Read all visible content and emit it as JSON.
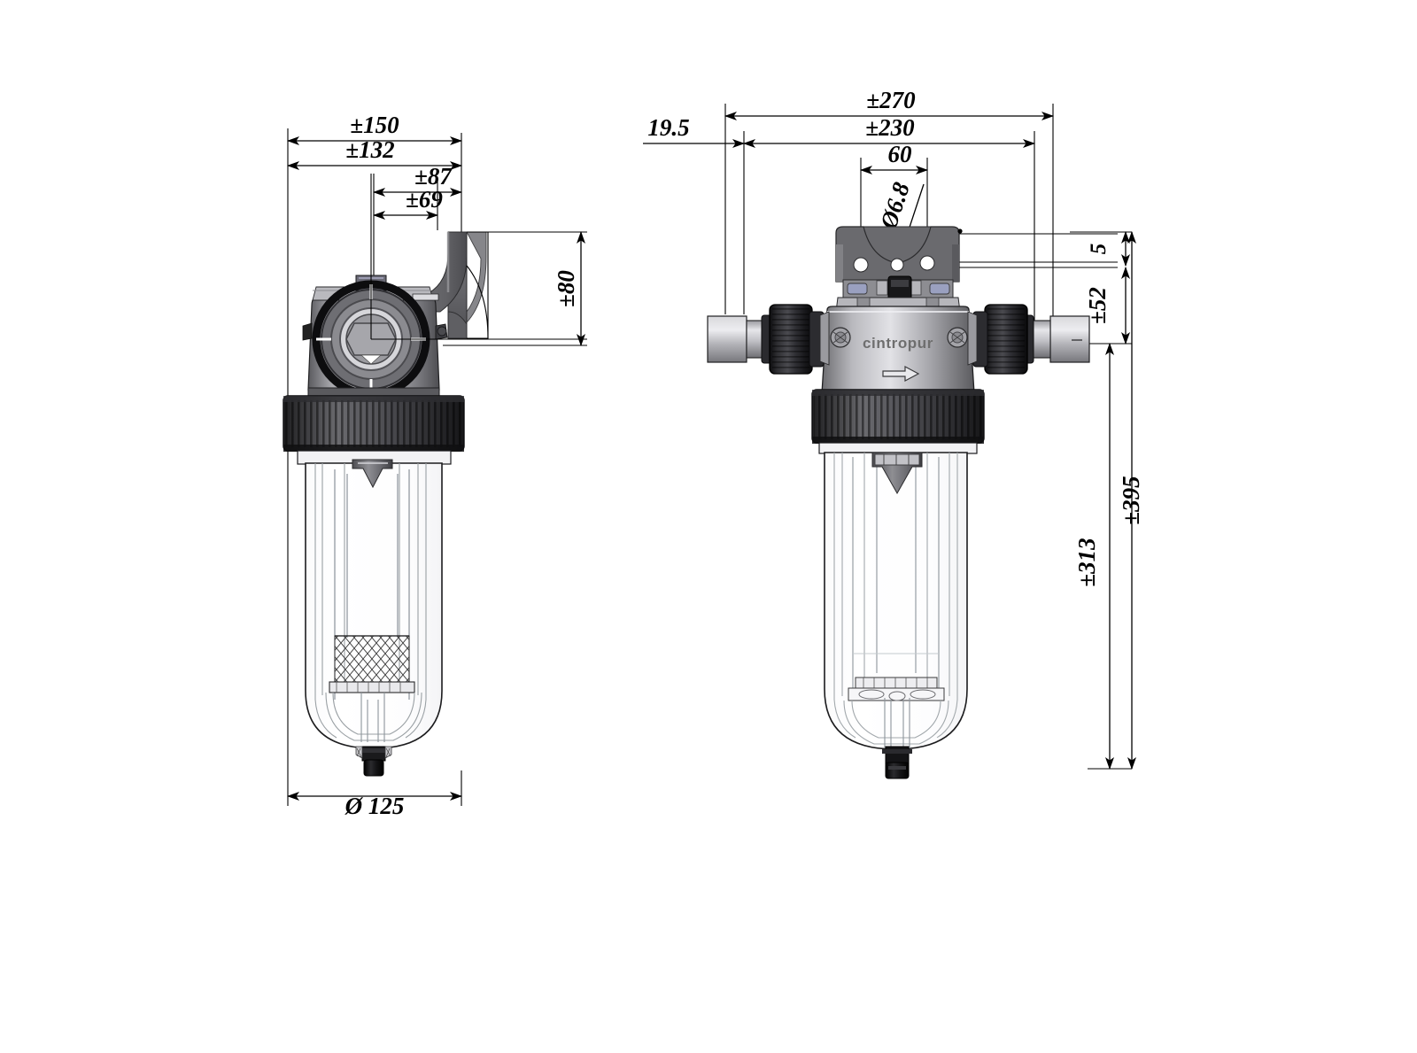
{
  "drawing": {
    "title": "Cintropur water filter technical dimension drawing",
    "units": "mm",
    "background": "#ffffff",
    "line_color": "#000000"
  },
  "views": [
    {
      "id": "side-view",
      "name": "side-view",
      "label": ""
    },
    {
      "id": "front-view",
      "name": "front-view",
      "label": ""
    }
  ],
  "product": {
    "brand_text": "cintropur",
    "flow_arrow": "right-arrow"
  },
  "dimensions": {
    "side_view": [
      {
        "name": "overall-width-150",
        "text": "±150",
        "value": 150,
        "plusminus": true
      },
      {
        "name": "bracket-width-132",
        "text": "±132",
        "value": 132,
        "plusminus": true
      },
      {
        "name": "bracket-offset-87",
        "text": "±87",
        "value": 87,
        "plusminus": true
      },
      {
        "name": "bracket-offset-69",
        "text": "±69",
        "value": 69,
        "plusminus": true
      },
      {
        "name": "bracket-height-80",
        "text": "±80",
        "value": 80,
        "plusminus": true
      },
      {
        "name": "bowl-diameter-125",
        "text": "Ø 125",
        "value": 125,
        "plusminus": false
      }
    ],
    "front_view": [
      {
        "name": "overall-length-270",
        "text": "±270",
        "value": 270,
        "plusminus": true
      },
      {
        "name": "port-to-port-230",
        "text": "±230",
        "value": 230,
        "plusminus": true
      },
      {
        "name": "hole-spacing-60",
        "text": "60",
        "value": 60,
        "plusminus": false
      },
      {
        "name": "hole-diameter-6-8",
        "text": "Ø6.8",
        "value": 6.8,
        "plusminus": false
      },
      {
        "name": "end-offset-19-5",
        "text": "19.5",
        "value": 19.5,
        "plusminus": false
      },
      {
        "name": "bracket-top-5",
        "text": "5",
        "value": 5,
        "plusminus": false
      },
      {
        "name": "axis-height-52",
        "text": "±52",
        "value": 52,
        "plusminus": true
      },
      {
        "name": "height-to-drain-313",
        "text": "±313",
        "value": 313,
        "plusminus": true
      },
      {
        "name": "overall-height-395",
        "text": "±395",
        "value": 395,
        "plusminus": true
      }
    ]
  },
  "colors": {
    "metal_dark": "#3a3a3c",
    "metal_mid": "#8a8a8e",
    "metal_light": "#c9c9cd",
    "rubber_black": "#1b1b1b",
    "bracket_grey": "#6a6a6c",
    "glass_line": "#9aa0a4",
    "dim_line": "#000000"
  }
}
